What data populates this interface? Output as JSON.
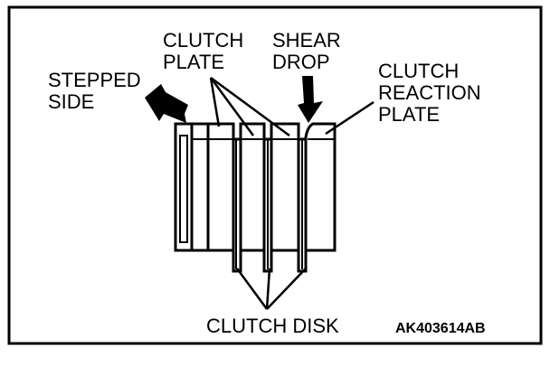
{
  "labels": {
    "clutch_plate_1": "CLUTCH",
    "clutch_plate_2": "PLATE",
    "shear_drop_1": "SHEAR",
    "shear_drop_2": "DROP",
    "stepped_side_1": "STEPPED",
    "stepped_side_2": "SIDE",
    "clutch_reaction_1": "CLUTCH",
    "clutch_reaction_2": "REACTION",
    "clutch_reaction_3": "PLATE",
    "clutch_disk": "CLUTCH DISK"
  },
  "figure_code": "AK403614AB"
}
